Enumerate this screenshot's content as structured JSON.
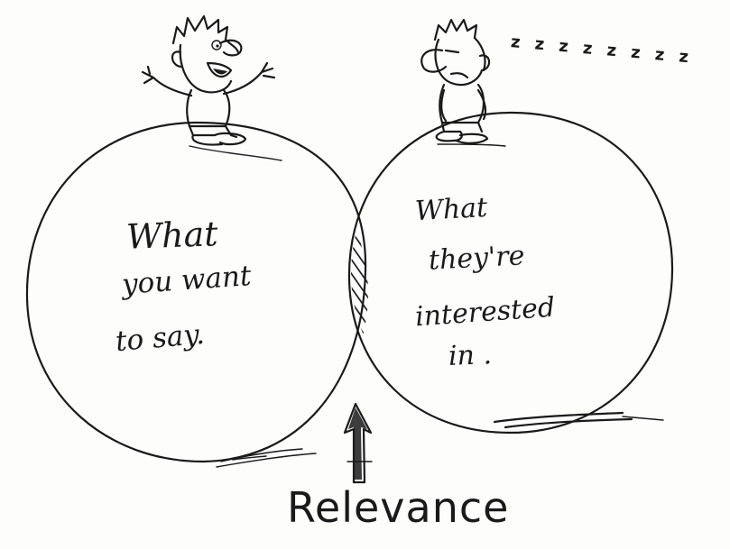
{
  "diagram": {
    "left_circle": {
      "lines": [
        "What",
        "you want",
        "to say."
      ]
    },
    "right_circle": {
      "lines": [
        "What",
        "they're",
        "interested",
        "in ."
      ]
    },
    "intersection_label": "Relevance",
    "snore": "z z z z z z z z"
  }
}
